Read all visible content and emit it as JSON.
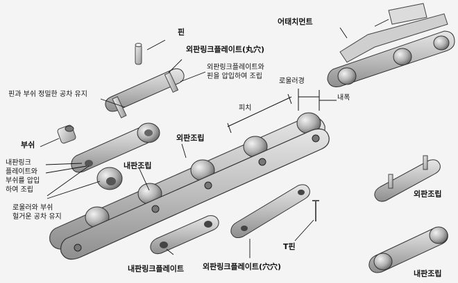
{
  "labels": {
    "pin": "핀",
    "outer_link_plate_round": "외판링크플레이트(丸穴)",
    "outer_plate_press_fit_1": "외판링크플레이트와",
    "outer_plate_press_fit_2": "핀을 압입하여 조립",
    "pin_bush_tolerance": "핀과 부쉬 정밀한 공차 유지",
    "bush": "부쉬",
    "inner_plate_press_1": "내판링크",
    "inner_plate_press_2": "플레이트와",
    "inner_plate_press_3": "부쉬를 압입",
    "inner_plate_press_4": "하여 조립",
    "roller_bush_1": "로울러와 부쉬",
    "roller_bush_2": "헐거운 공차 유지",
    "inner_assembly_main": "내판조립",
    "outer_assembly_main": "외판조립",
    "pitch": "피치",
    "roller_diameter": "로울러경",
    "inner_width": "내폭",
    "attachment": "어태치먼트",
    "outer_assembly_right": "외판조립",
    "inner_assembly_right": "내판조립",
    "t_pin": "T핀",
    "inner_link_plate": "내판링크플레이트",
    "outer_link_plate_holes": "외판링크플레이트(穴穴)"
  },
  "colors": {
    "metal_light": "#d6d6d6",
    "metal_mid": "#a8a8a8",
    "metal_dark": "#555555",
    "ink": "#111111"
  }
}
